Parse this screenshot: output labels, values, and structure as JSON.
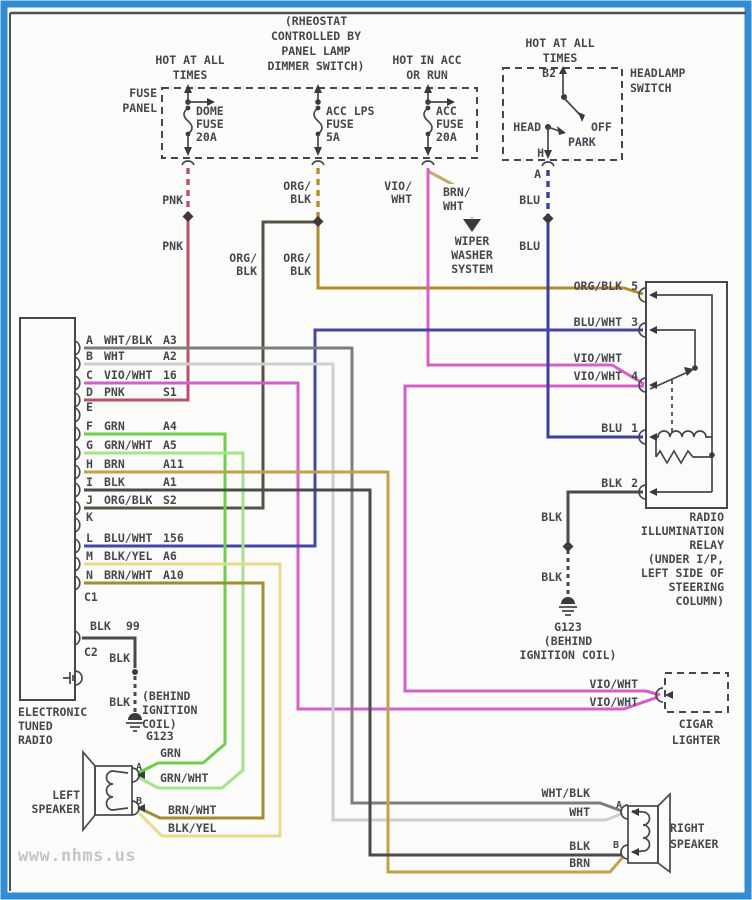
{
  "watermark": "www.nhms.us",
  "shared": {
    "pnk": "PNK",
    "org": "ORG/",
    "blk": "BLK",
    "vio": "VIO/",
    "wht": "WHT",
    "blu": "BLU",
    "vio_wht": "VIO/WHT"
  },
  "top": {
    "hot_all_1": [
      "HOT AT ALL",
      "TIMES"
    ],
    "rheostat": [
      "(RHEOSTAT",
      "CONTROLLED BY",
      "PANEL LAMP",
      "DIMMER SWITCH)"
    ],
    "hot_acc": [
      "HOT IN ACC",
      "OR RUN"
    ],
    "hot_all_2": [
      "HOT AT ALL",
      "TIMES"
    ],
    "fuse_panel": [
      "FUSE",
      "PANEL"
    ],
    "dome_fuse": [
      "DOME",
      "FUSE",
      "20A"
    ],
    "acc_lps_fuse": [
      "ACC LPS",
      "FUSE",
      "5A"
    ],
    "acc_fuse": [
      "ACC",
      "FUSE",
      "20A"
    ],
    "headlamp_switch": [
      "HEADLAMP",
      "SWITCH"
    ],
    "b2": "B2",
    "head": "HEAD",
    "off": "OFF",
    "park": "PARK",
    "h": "H",
    "a": "A"
  },
  "wiper": {
    "wire": [
      "BRN/",
      "WHT"
    ],
    "system": [
      "WIPER",
      "WASHER",
      "SYSTEM"
    ]
  },
  "relay": {
    "pins": [
      {
        "wire": "ORG/BLK",
        "num": "5"
      },
      {
        "wire": "BLU/WHT",
        "num": "3"
      },
      {
        "wire": "VIO/WHT",
        "num": ""
      },
      {
        "wire": "VIO/WHT",
        "num": "4"
      },
      {
        "wire": "BLU",
        "num": "1"
      },
      {
        "wire": "BLK",
        "num": "2"
      }
    ],
    "blk_label": "BLK",
    "ground": [
      "G123",
      "(BEHIND",
      "IGNITION COIL)"
    ],
    "caption": [
      "RADIO",
      "ILLUMINATION",
      "RELAY",
      "(UNDER I/P,",
      "LEFT SIDE OF",
      "STEERING",
      "COLUMN)"
    ]
  },
  "radio": {
    "pins": [
      {
        "pin": "A",
        "wire": "WHT/BLK",
        "code": "A3"
      },
      {
        "pin": "B",
        "wire": "WHT",
        "code": "A2"
      },
      {
        "pin": "C",
        "wire": "VIO/WHT",
        "code": "16"
      },
      {
        "pin": "D",
        "wire": "PNK",
        "code": "S1"
      },
      {
        "pin": "E",
        "wire": "",
        "code": ""
      },
      {
        "pin": "F",
        "wire": "GRN",
        "code": "A4"
      },
      {
        "pin": "G",
        "wire": "GRN/WHT",
        "code": "A5"
      },
      {
        "pin": "H",
        "wire": "BRN",
        "code": "A11"
      },
      {
        "pin": "I",
        "wire": "BLK",
        "code": "A1"
      },
      {
        "pin": "J",
        "wire": "ORG/BLK",
        "code": "S2"
      },
      {
        "pin": "K",
        "wire": "",
        "code": ""
      },
      {
        "pin": "L",
        "wire": "BLU/WHT",
        "code": "156"
      },
      {
        "pin": "M",
        "wire": "BLK/YEL",
        "code": "A6"
      },
      {
        "pin": "N",
        "wire": "BRN/WHT",
        "code": "A10"
      }
    ],
    "c1": "C1",
    "c2": "C2",
    "c2_wire": "BLK",
    "c2_num": "99",
    "blk_label": "BLK",
    "ground": [
      "(BEHIND",
      "IGNITION",
      "COIL)",
      "G123"
    ],
    "title": [
      "ELECTRONIC",
      "TUNED",
      "RADIO"
    ]
  },
  "cigar": {
    "name": [
      "CIGAR",
      "LIGHTER"
    ]
  },
  "left_speaker": {
    "name": [
      "LEFT",
      "SPEAKER"
    ],
    "pin_a": "A",
    "pin_b": "B",
    "w1": "GRN",
    "w2": "GRN/WHT",
    "w3": "BRN/WHT",
    "w4": "BLK/YEL"
  },
  "right_speaker": {
    "name": [
      "RIGHT",
      "SPEAKER"
    ],
    "pin_a": "A",
    "pin_b": "B",
    "w1": "WHT/BLK",
    "w2": "WHT",
    "w3": "BLK",
    "w4": "BRN"
  },
  "colors": {
    "frame": "#2f8cd5",
    "line": "#46464e",
    "pnk": "#b5536b",
    "org_blk": "#b78a2e",
    "org_blk_dark": "#5a5146",
    "vio_wht": "#d45fc9",
    "blu": "#3d3f9e",
    "blu_wht": "#4547a5",
    "grn": "#6ecf4a",
    "grn_wht": "#a6e38b",
    "brn": "#c2a148",
    "brn_wht": "#a38d33",
    "brn_wht_light": "#c4ac6a",
    "blk": "#4a4a4a",
    "wht": "#cfcfcf",
    "wht_blk": "#7d7d7d",
    "blk_yel": "#e9d98f"
  }
}
